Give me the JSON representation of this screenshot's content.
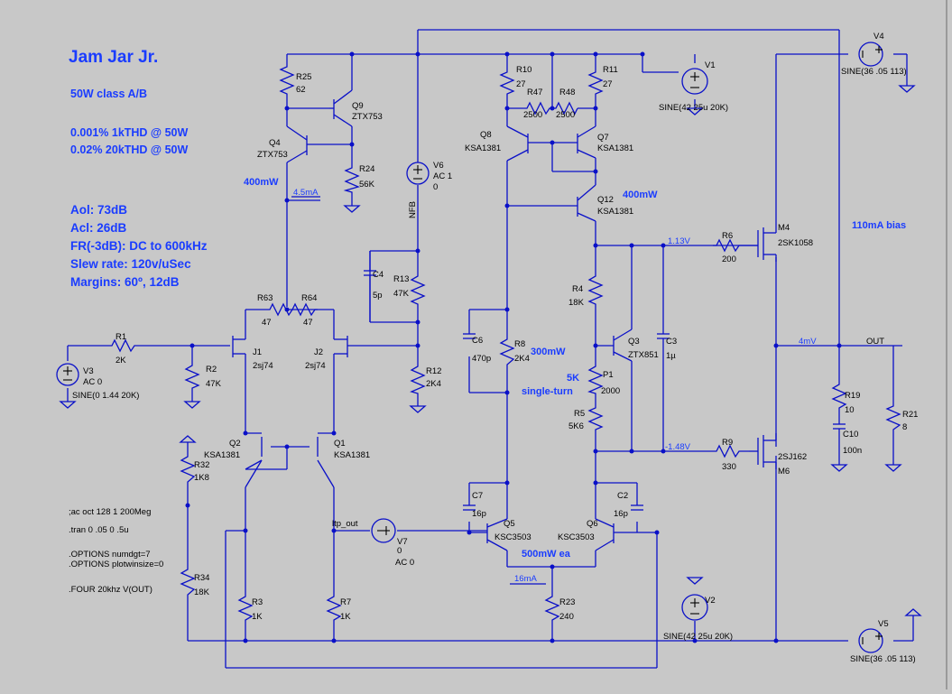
{
  "title": "Jam Jar Jr.",
  "specs": {
    "power": "50W class A/B",
    "thd1": "0.001% 1kTHD @ 50W",
    "thd2": "0.02% 20kTHD @ 50W",
    "aol": "Aol: 73dB",
    "acl": "Acl: 26dB",
    "fr": "FR(-3dB): DC to 600kHz",
    "slew": "Slew rate: 120v/uSec",
    "margins": "Margins: 60º, 12dB"
  },
  "directives": {
    "ac": ";ac oct 128 1 200Meg",
    "tran": ".tran 0 .05 0 .5u",
    "opt1": ".OPTIONS numdgt=7",
    "opt2": ".OPTIONS plotwinsize=0",
    "four": ".FOUR 20khz V(OUT)"
  },
  "annotations": {
    "p400a": "400mW",
    "i45": "4.5mA",
    "p400b": "400mW",
    "p300": "300mW",
    "k5": "5K",
    "single": "single-turn",
    "p500": "500mW ea",
    "i16": "16mA",
    "bias": "110mA bias"
  },
  "nets": {
    "v113": "1.13V",
    "vm148": "-1.48V",
    "mv4": "4mV",
    "out": "OUT",
    "nfb": "NFB",
    "ltp": "ltp_out"
  },
  "components": {
    "R25": {
      "name": "R25",
      "value": "62"
    },
    "Q9": {
      "name": "Q9",
      "value": "ZTX753"
    },
    "Q4": {
      "name": "Q4",
      "value": "ZTX753"
    },
    "R24": {
      "name": "R24",
      "value": "56K"
    },
    "R10": {
      "name": "R10",
      "value": "27"
    },
    "R11": {
      "name": "R11",
      "value": "27"
    },
    "R47": {
      "name": "R47",
      "value": "2500"
    },
    "R48": {
      "name": "R48",
      "value": "2500"
    },
    "V1": {
      "name": "V1",
      "value": "SINE(42 25u 20K)"
    },
    "V4": {
      "name": "V4",
      "value": "SINE(36 .05 113)"
    },
    "Q8": {
      "name": "Q8",
      "value": "KSA1381"
    },
    "Q7": {
      "name": "Q7",
      "value": "KSA1381"
    },
    "Q12": {
      "name": "Q12",
      "value": "KSA1381"
    },
    "V6": {
      "name": "V6",
      "value": "AC 1",
      "value2": "0"
    },
    "M4": {
      "name": "M4",
      "value": "2SK1058"
    },
    "R6": {
      "name": "R6",
      "value": "200"
    },
    "C4": {
      "name": "C4",
      "value": "5p"
    },
    "R13": {
      "name": "R13",
      "value": "47K"
    },
    "R4": {
      "name": "R4",
      "value": "18K"
    },
    "R63": {
      "name": "R63",
      "value": "47"
    },
    "R64": {
      "name": "R64",
      "value": "47"
    },
    "R1": {
      "name": "R1",
      "value": "2K"
    },
    "V3": {
      "name": "V3",
      "value": "AC 0",
      "value2": "SINE(0 1.44 20K)"
    },
    "R2": {
      "name": "R2",
      "value": "47K"
    },
    "J1": {
      "name": "J1",
      "value": "2sj74"
    },
    "J2": {
      "name": "J2",
      "value": "2sj74"
    },
    "R12": {
      "name": "R12",
      "value": "2K4"
    },
    "C6": {
      "name": "C6",
      "value": "470p"
    },
    "R8": {
      "name": "R8",
      "value": "2K4"
    },
    "Q3": {
      "name": "Q3",
      "value": "ZTX851"
    },
    "C3": {
      "name": "C3",
      "value": "1µ"
    },
    "P1": {
      "name": "P1",
      "value": "2000"
    },
    "R5": {
      "name": "R5",
      "value": "5K6"
    },
    "R19": {
      "name": "R19",
      "value": "10"
    },
    "C10": {
      "name": "C10",
      "value": "100n"
    },
    "R21": {
      "name": "R21",
      "value": "8"
    },
    "Q2": {
      "name": "Q2",
      "value": "KSA1381"
    },
    "Q1": {
      "name": "Q1",
      "value": "KSA1381"
    },
    "R32": {
      "name": "R32",
      "value": "1K8"
    },
    "R9": {
      "name": "R9",
      "value": "330"
    },
    "M6": {
      "name": "M6",
      "value": "2SJ162"
    },
    "C7": {
      "name": "C7",
      "value": "16p"
    },
    "C2": {
      "name": "C2",
      "value": "16p"
    },
    "V7": {
      "name": "V7",
      "value": "0",
      "value2": "AC 0"
    },
    "Q5": {
      "name": "Q5",
      "value": "KSC3503"
    },
    "Q6": {
      "name": "Q6",
      "value": "KSC3503"
    },
    "R34": {
      "name": "R34",
      "value": "18K"
    },
    "R3": {
      "name": "R3",
      "value": "1K"
    },
    "R7": {
      "name": "R7",
      "value": "1K"
    },
    "R23": {
      "name": "R23",
      "value": "240"
    },
    "V2": {
      "name": "V2",
      "value": "SINE(42 25u 20K)"
    },
    "V5": {
      "name": "V5",
      "value": "SINE(36 .05 113)"
    }
  },
  "colors": {
    "wire": "#0a10c8",
    "background": "#c8c8c8",
    "text_blue": "#1a3cff"
  }
}
